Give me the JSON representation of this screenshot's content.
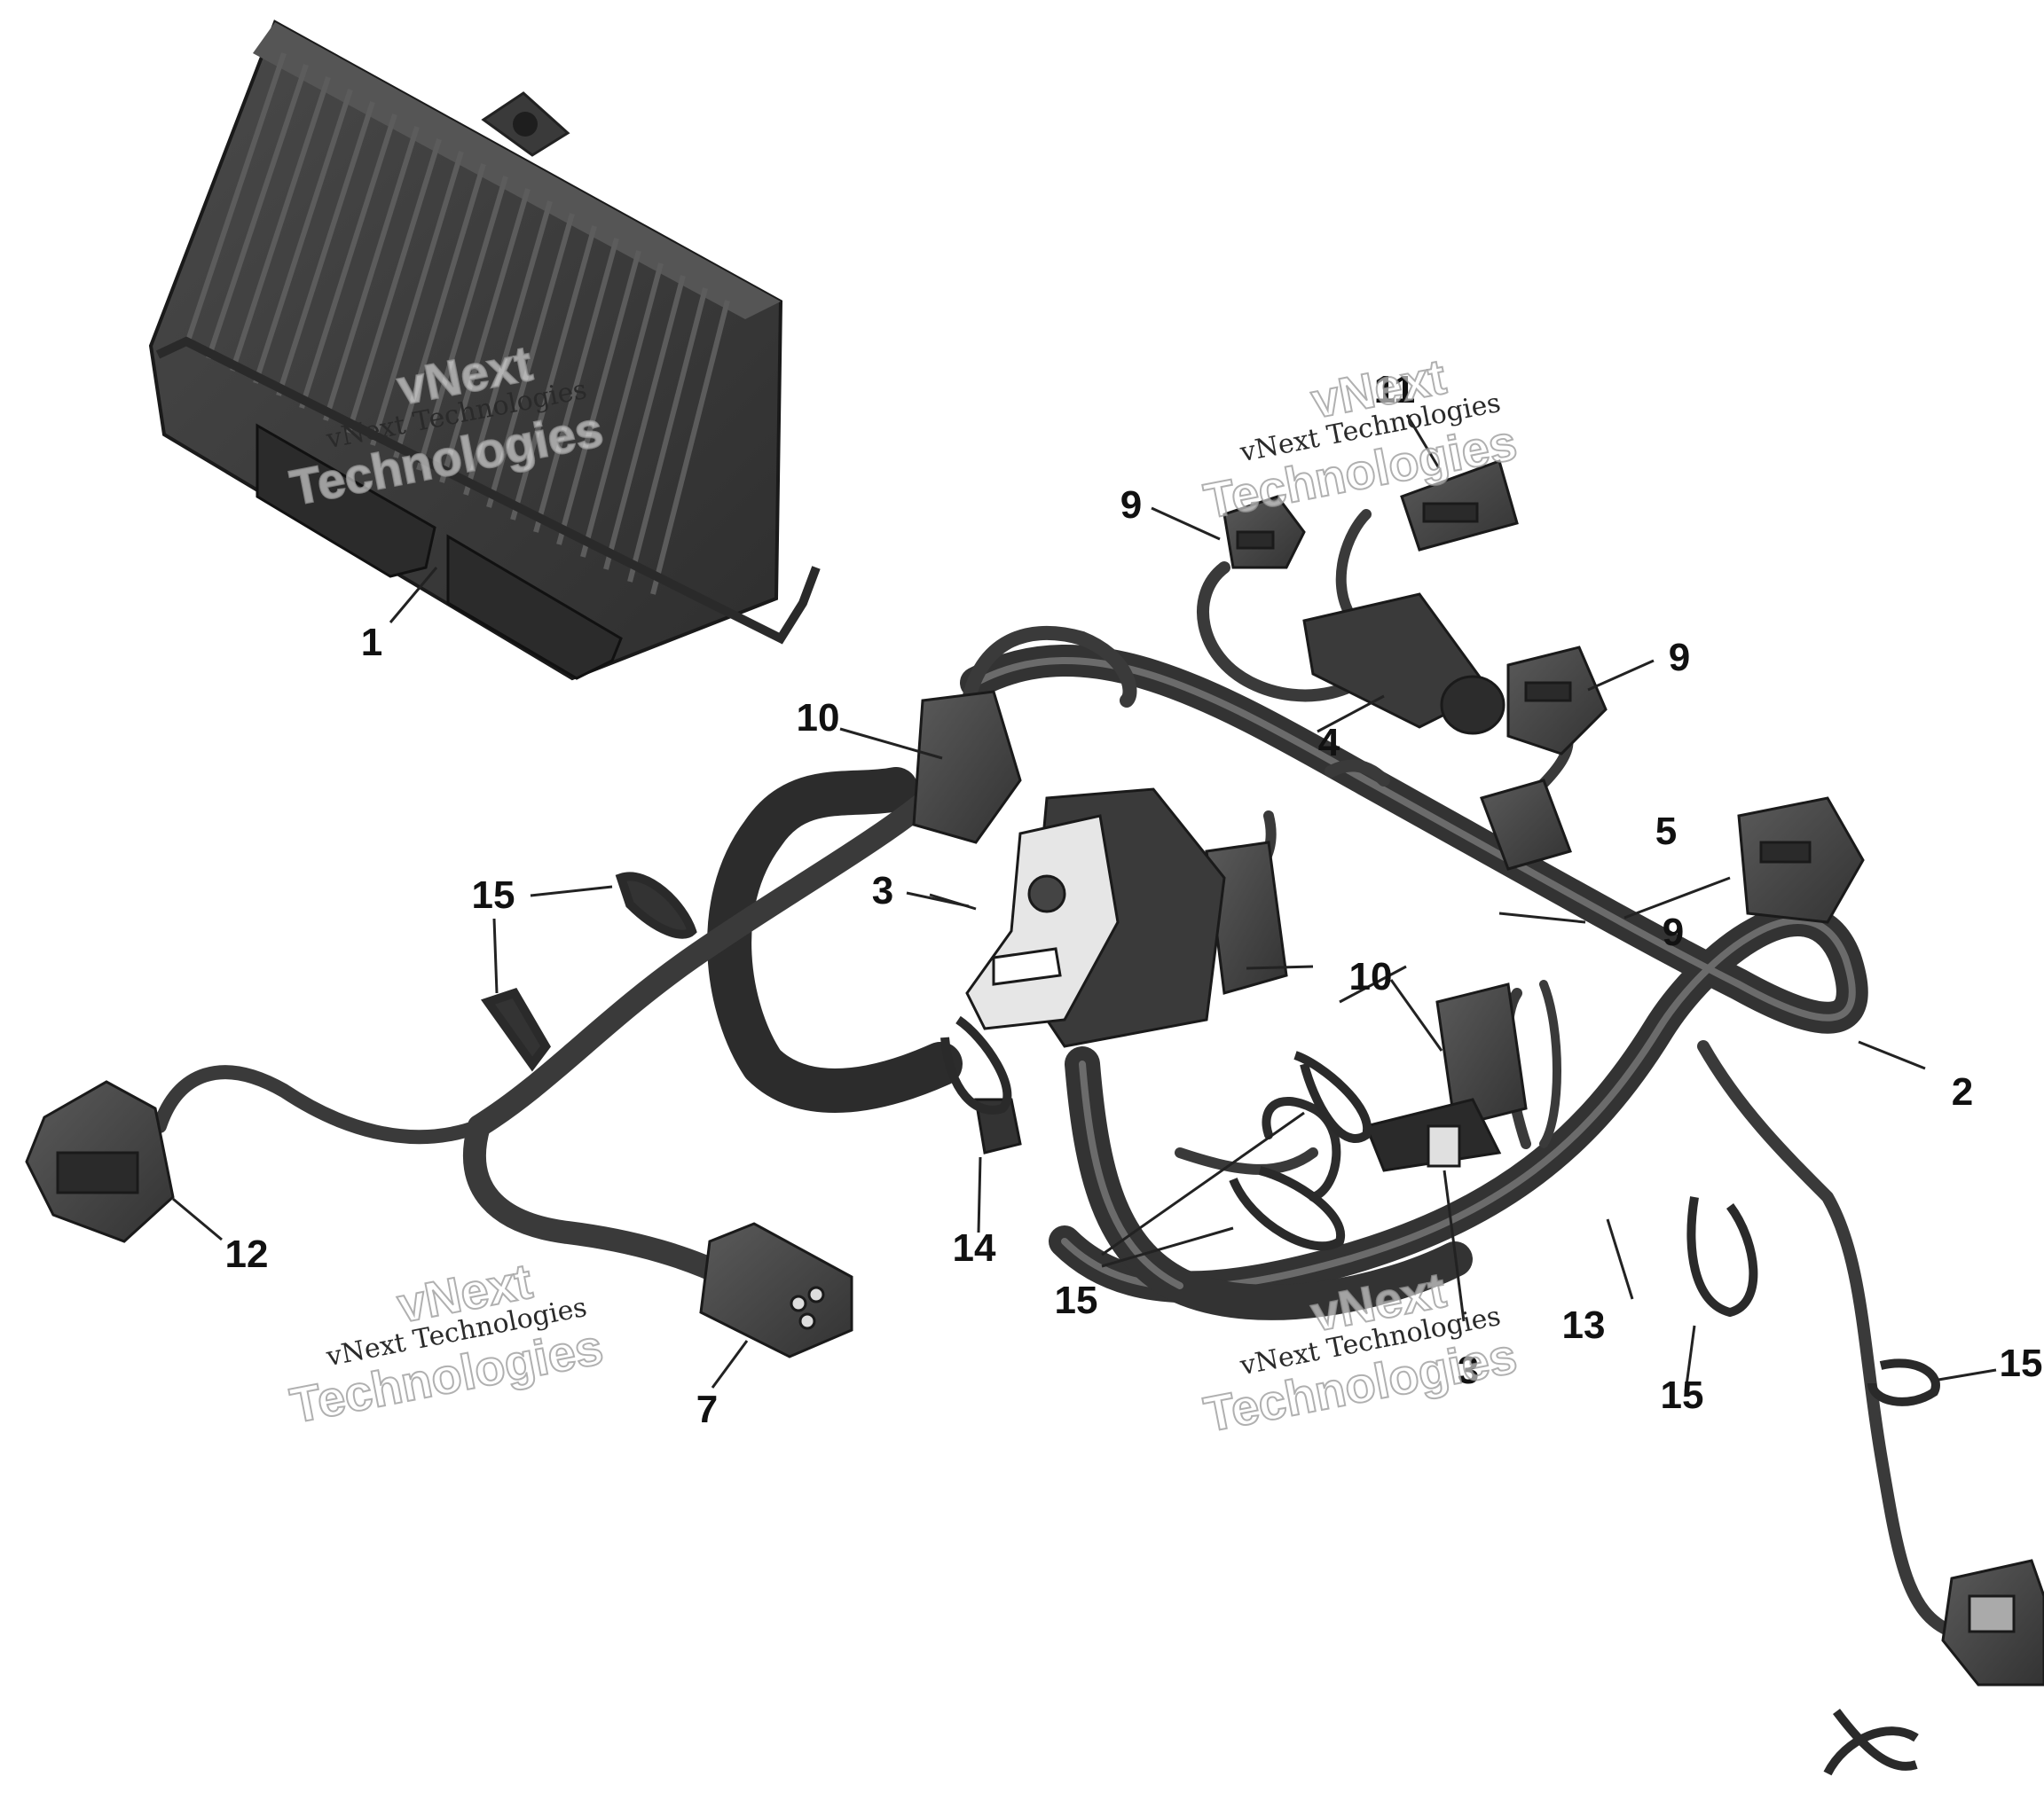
{
  "colors": {
    "harness": "#3f3f3f",
    "harness_highlight": "#6b6b6b",
    "module_body": "#3c3c3c",
    "connector": "#4a4a4a",
    "sensor_light": "#e6e6e6",
    "leader": "#222222",
    "callout_text": "#111111"
  },
  "callouts": [
    {
      "id": "c1",
      "label": "1"
    },
    {
      "id": "c2",
      "label": "2"
    },
    {
      "id": "c3",
      "label": "3"
    },
    {
      "id": "c3b",
      "label": "3"
    },
    {
      "id": "c4",
      "label": "4"
    },
    {
      "id": "c5",
      "label": "5"
    },
    {
      "id": "c7",
      "label": "7"
    },
    {
      "id": "c9a",
      "label": "9"
    },
    {
      "id": "c9b",
      "label": "9"
    },
    {
      "id": "c9c",
      "label": "9"
    },
    {
      "id": "c10a",
      "label": "10"
    },
    {
      "id": "c10b",
      "label": "10"
    },
    {
      "id": "c11",
      "label": "11"
    },
    {
      "id": "c12",
      "label": "12"
    },
    {
      "id": "c13",
      "label": "13"
    },
    {
      "id": "c14",
      "label": "14"
    },
    {
      "id": "c15a",
      "label": "15"
    },
    {
      "id": "c15b",
      "label": "15"
    },
    {
      "id": "c15c",
      "label": "15"
    },
    {
      "id": "c15d",
      "label": "15"
    }
  ],
  "watermark": {
    "brand": "vNext",
    "line2": "Technologies",
    "small": "vNext Technologies"
  },
  "icons": {
    "ecm": "engine-control-module-icon",
    "harness": "wiring-harness-icon",
    "connector": "electrical-connector-icon",
    "tie": "cable-tie-icon"
  }
}
